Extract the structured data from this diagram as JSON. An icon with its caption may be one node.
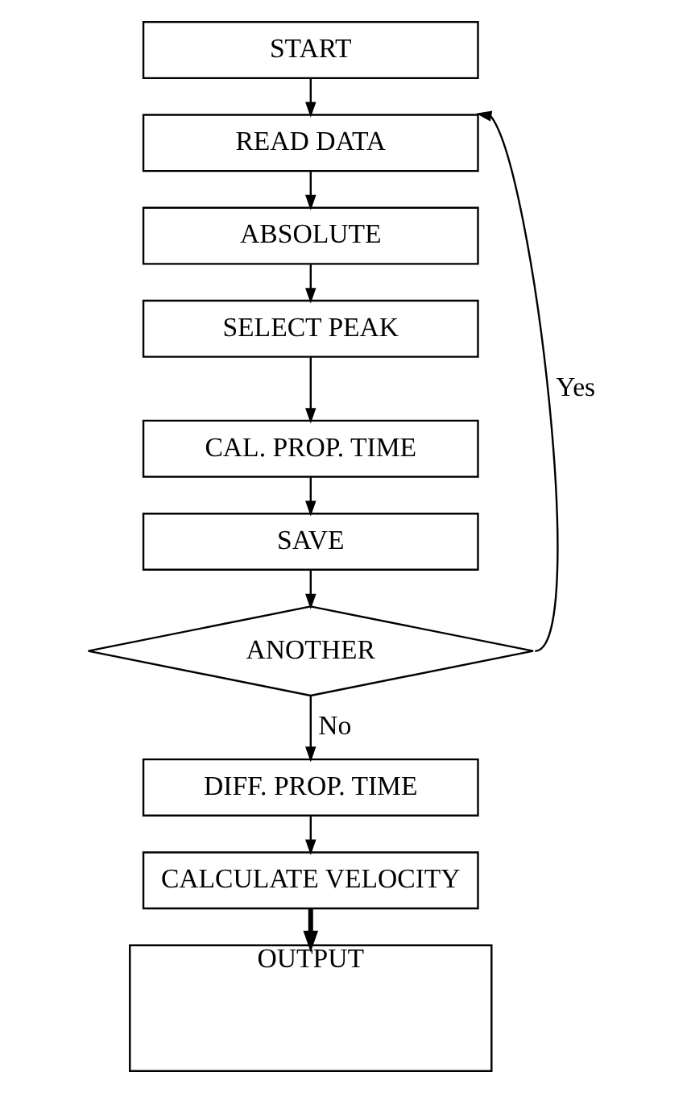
{
  "diagram": {
    "nodes": [
      {
        "text": [
          "START"
        ]
      },
      {
        "text": [
          "READ DATA"
        ]
      },
      {
        "text": [
          "ABSOLUTE"
        ]
      },
      {
        "text": [
          "SELECT PEAK"
        ]
      },
      {
        "text": [
          "CAL. PROP. TIME"
        ]
      },
      {
        "text": [
          "SAVE"
        ]
      },
      {
        "text": [
          "ANOTHER"
        ]
      },
      {
        "text": [
          "DIFF. PROP. TIME"
        ]
      },
      {
        "text": [
          "CALCULATE VELOCITY"
        ]
      },
      {
        "text": [
          "OUTPUT"
        ]
      }
    ],
    "edges": [
      {
        "from": 0,
        "to": 1,
        "arrow": "to"
      },
      {
        "from": 1,
        "to": 2,
        "arrow": "to"
      },
      {
        "from": 2,
        "to": 3,
        "arrow": "to"
      },
      {
        "from": 3,
        "to": 4,
        "arrow": "to"
      },
      {
        "from": 4,
        "to": 5,
        "arrow": "to"
      },
      {
        "from": 5,
        "to": 6,
        "arrow": "to"
      },
      {
        "from": 6,
        "to": 1,
        "arrow": "to",
        "label": "Yes"
      },
      {
        "from": 6,
        "to": 7,
        "arrow": "to",
        "label": "No"
      },
      {
        "from": 7,
        "to": 8,
        "arrow": "to"
      },
      {
        "from": 8,
        "to": 9,
        "arrow": "to",
        "style": "thick"
      }
    ]
  }
}
